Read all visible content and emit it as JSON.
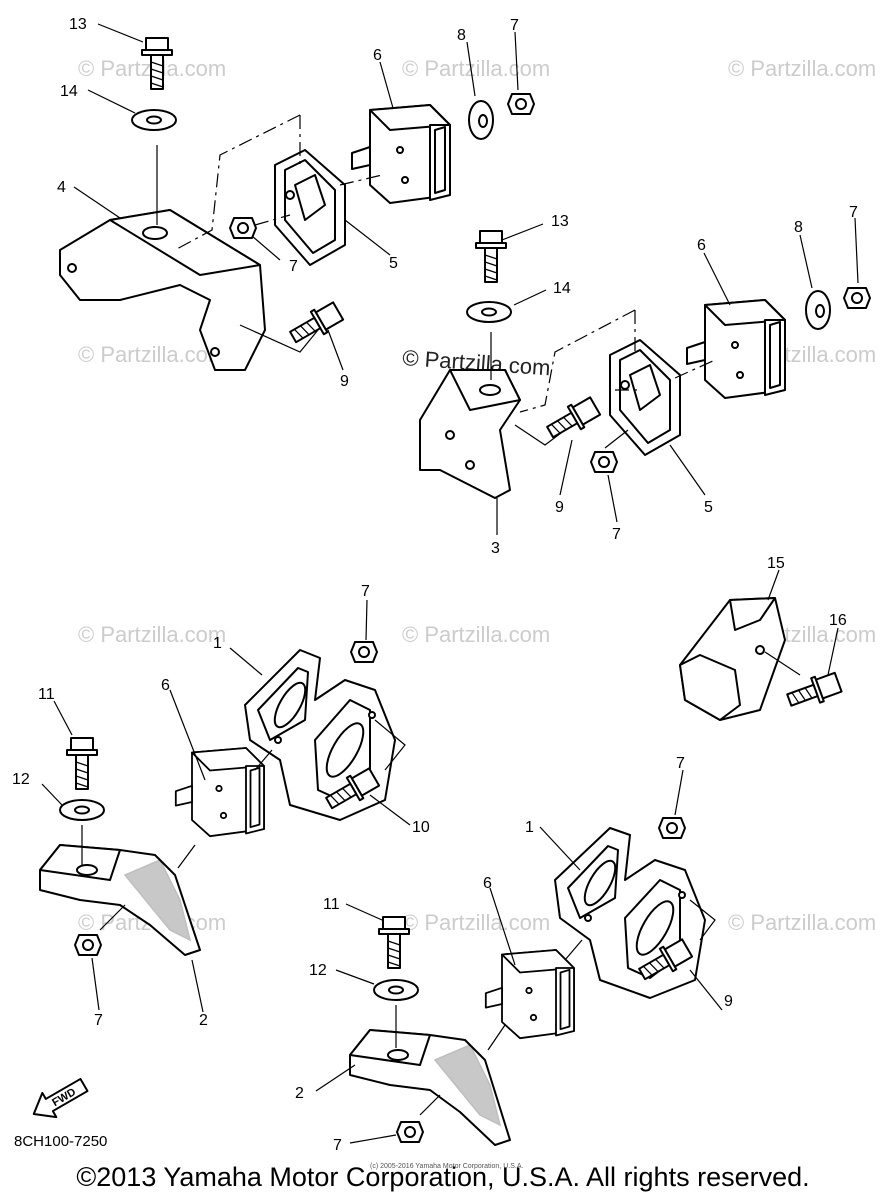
{
  "watermarks": {
    "small": "© Partzilla.com",
    "main": "© Partzilla.com"
  },
  "callouts": {
    "c1a": "1",
    "c1b": "1",
    "c2a": "2",
    "c2b": "2",
    "c3": "3",
    "c4": "4",
    "c5a": "5",
    "c5b": "5",
    "c6a": "6",
    "c6b": "6",
    "c6c": "6",
    "c6d": "6",
    "c7a": "7",
    "c7b": "7",
    "c7c": "7",
    "c7d": "7",
    "c7e": "7",
    "c7f": "7",
    "c7g": "7",
    "c8a": "8",
    "c8b": "8",
    "c9a": "9",
    "c9b": "9",
    "c9c": "9",
    "c10": "10",
    "c11a": "11",
    "c11b": "11",
    "c12a": "12",
    "c12b": "12",
    "c13a": "13",
    "c13b": "13",
    "c14a": "14",
    "c14b": "14",
    "c15": "15",
    "c16": "16"
  },
  "fwd_label": "FWD",
  "part_number": "8CH100-7250",
  "tiny_notice": "(c) 2005-2016 Yamaha Motor Corporation, U.S.A.",
  "copyright": "©2013 Yamaha Motor Corporation, U.S.A. All rights reserved."
}
